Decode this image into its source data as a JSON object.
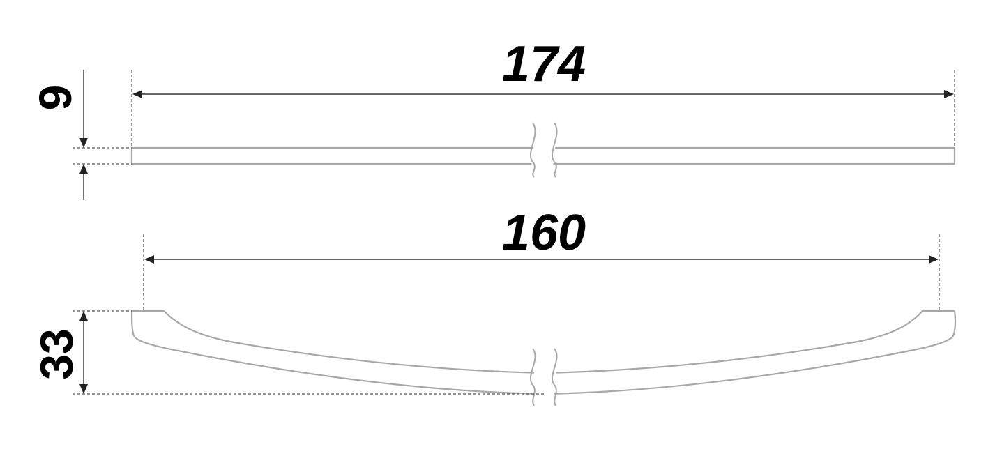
{
  "top_view": {
    "length_label": "174",
    "thickness_label": "9"
  },
  "side_view": {
    "hole_spacing_label": "160",
    "height_label": "33"
  },
  "colors": {
    "outline": "#a8a8a8",
    "dimension": "#333333",
    "text": "#000000"
  }
}
